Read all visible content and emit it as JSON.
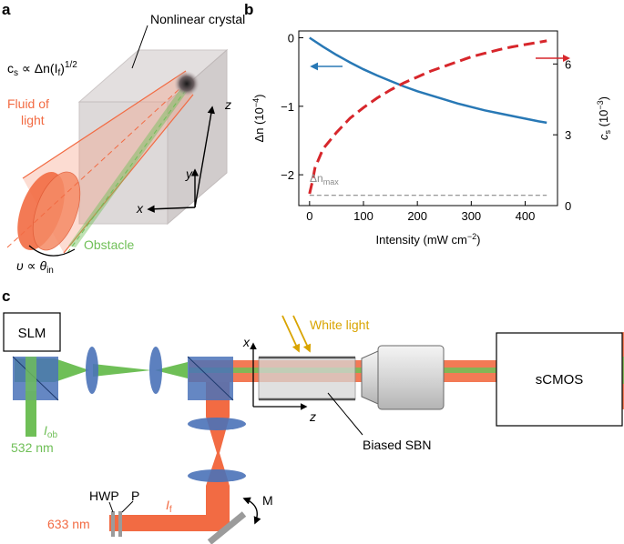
{
  "colors": {
    "orange": "#f26b43",
    "orange_light": "#f59a7e",
    "green": "#6fbf57",
    "blue": "#4a72b8",
    "blue_curve": "#2878b5",
    "red_curve": "#d7262b",
    "grey": "#8a8a8a",
    "yellow": "#d9a400"
  },
  "panel_a": {
    "label": "a",
    "crystal_label": "Nonlinear crystal",
    "cs_formula": {
      "lhs": "c",
      "sub": "s",
      "mid": " ∝ Δn(I",
      "sub2": "f",
      "rhs": ")",
      "sup": "1/2"
    },
    "fluid_label_1": "Fluid of",
    "fluid_label_2": "light",
    "obstacle_label": "Obstacle",
    "axis_x": "x",
    "axis_y": "y",
    "axis_z": "z",
    "v_formula": {
      "lhs": "υ ∝ θ",
      "sub": "in"
    }
  },
  "panel_b": {
    "label": "b",
    "xlabel": "Intensity (mW cm",
    "xlabel_sup": "−2",
    "xlabel_end": ")",
    "ylabel_left": "Δn (10",
    "ylabel_left_sup": "−4",
    "ylabel_left_end": ")",
    "ylabel_right_main": "c",
    "ylabel_right_sub": "s",
    "ylabel_right_rest": " (10",
    "ylabel_right_sup": "−3",
    "ylabel_right_end": ")",
    "dnmax_label": "Δn",
    "dnmax_sub": "max",
    "x_ticks": [
      "0",
      "100",
      "200",
      "300",
      "400"
    ],
    "y_left_ticks": [
      "0",
      "−1",
      "−2"
    ],
    "y_right_ticks": [
      "0",
      "3",
      "6"
    ]
  },
  "chart_data": {
    "type": "line",
    "xlabel": "Intensity (mW cm−2)",
    "xlim": [
      -20,
      460
    ],
    "series": [
      {
        "axis": "left",
        "style": "solid",
        "color": "#2878b5",
        "x": [
          0,
          25,
          50,
          75,
          100,
          125,
          150,
          175,
          200,
          225,
          250,
          275,
          300,
          325,
          350,
          375,
          400,
          425,
          440
        ],
        "y": [
          0,
          -0.13,
          -0.25,
          -0.36,
          -0.46,
          -0.55,
          -0.63,
          -0.71,
          -0.78,
          -0.84,
          -0.9,
          -0.96,
          -1.01,
          -1.06,
          -1.1,
          -1.14,
          -1.18,
          -1.22,
          -1.24
        ]
      },
      {
        "axis": "right",
        "style": "dashed",
        "color": "#d7262b",
        "x": [
          0,
          5,
          10,
          25,
          50,
          75,
          100,
          125,
          150,
          175,
          200,
          225,
          250,
          275,
          300,
          325,
          350,
          375,
          400,
          425,
          440
        ],
        "y": [
          0.5,
          1.0,
          1.6,
          2.4,
          3.1,
          3.7,
          4.15,
          4.55,
          4.9,
          5.2,
          5.45,
          5.7,
          5.9,
          6.1,
          6.3,
          6.45,
          6.6,
          6.72,
          6.82,
          6.92,
          6.98
        ]
      }
    ],
    "dn_max": -2.3,
    "y_left_lim": [
      -2.45,
      0.1
    ],
    "y_right_lim": [
      0,
      7.4
    ]
  },
  "panel_c": {
    "label": "c",
    "slm_label": "SLM",
    "white_light_label": "White light",
    "scmos_label": "sCMOS",
    "biased_sbn_label": "Biased SBN",
    "iob_label": "I",
    "iob_sub": "ob",
    "nm532_label": "532 nm",
    "nm633_label": "633 nm",
    "hwp_label": "HWP",
    "p_label": "P",
    "if_label": "I",
    "if_sub": "f",
    "m_label": "M",
    "axis_x": "x",
    "axis_z": "z"
  }
}
